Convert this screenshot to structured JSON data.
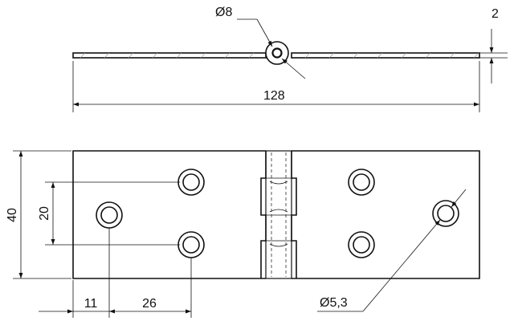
{
  "labels": {
    "pin_diameter": "Ø8",
    "thickness": "2",
    "overall_length": "128",
    "width": "40",
    "hole_spacing_vertical": "20",
    "edge_offset": "11",
    "hole_spacing_horizontal": "26",
    "hole_diameter": "Ø5,3"
  },
  "colors": {
    "line": "#111111",
    "hatch": "#9a9a9a",
    "background": "#ffffff"
  }
}
